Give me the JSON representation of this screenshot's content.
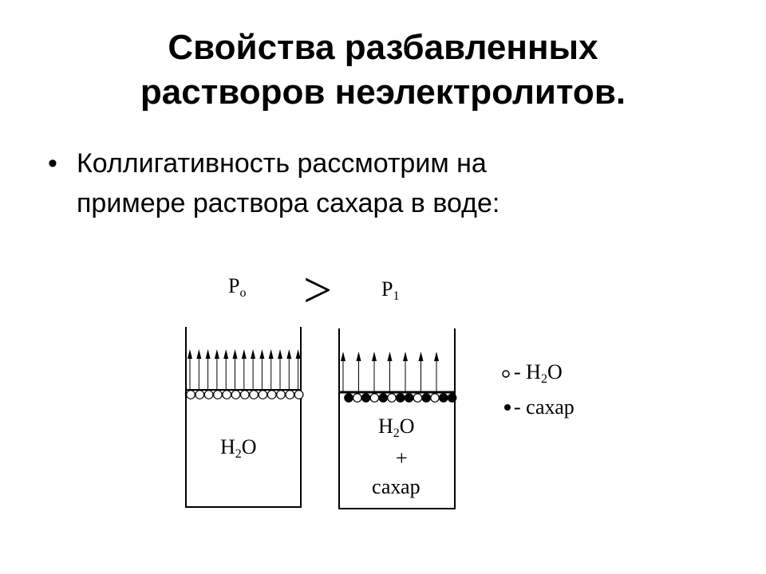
{
  "title": {
    "line1": "Свойства разбавленных",
    "line2": "растворов неэлектролитов."
  },
  "bullet": {
    "symbol": "•",
    "line1": "Коллигативность рассмотрим на",
    "line2": "примере раствора сахара в воде:"
  },
  "diagram": {
    "p0_main": "P",
    "p0_sub": "o",
    "comparison": ">",
    "p1_main": "P",
    "p1_sub": "1",
    "left_beaker": {
      "main": "H",
      "sub": "2",
      "tail": "O"
    },
    "right_beaker": {
      "main": "H",
      "sub": "2",
      "tail": "O",
      "plus": "+",
      "sugar": "сахар"
    },
    "legend": [
      {
        "symbol": "open-circle-icon",
        "prefix": "- H",
        "sub": "2",
        "tail": "O"
      },
      {
        "symbol": "filled-circle-icon",
        "text": "- сахар"
      }
    ]
  }
}
